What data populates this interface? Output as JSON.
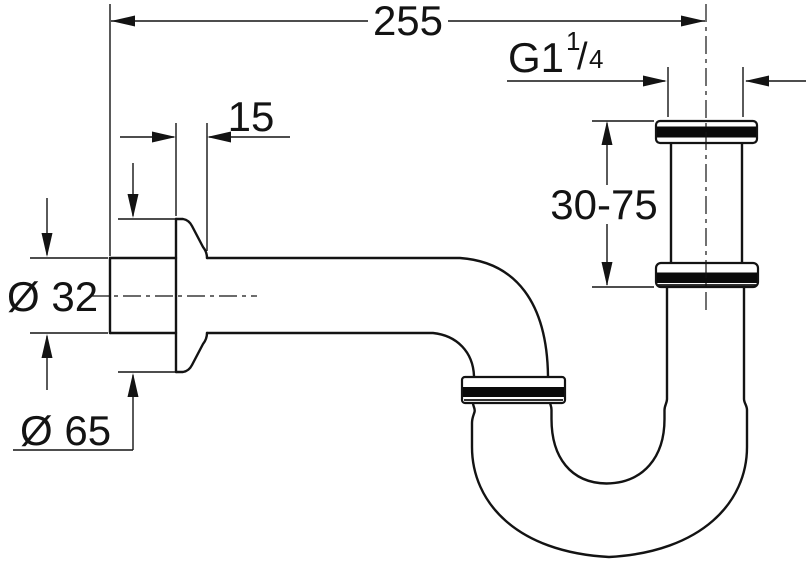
{
  "diagram": {
    "type": "technical-dimension-drawing",
    "subject": "p-trap-siphon-side-view",
    "background_color": "#ffffff",
    "line_color": "#131313",
    "seal_color": "#0a0a0a",
    "dimensions": {
      "overall_width": {
        "label": "255"
      },
      "thread_size": {
        "prefix": "G1",
        "fraction_numerator": "1",
        "fraction_slash": "/",
        "fraction_denominator": "4"
      },
      "flange_depth": {
        "label": "15"
      },
      "vertical_adjust_range": {
        "label": "30-75"
      },
      "pipe_diameter": {
        "label": "Ø 32"
      },
      "flange_diameter": {
        "label": "Ø 65"
      }
    }
  }
}
